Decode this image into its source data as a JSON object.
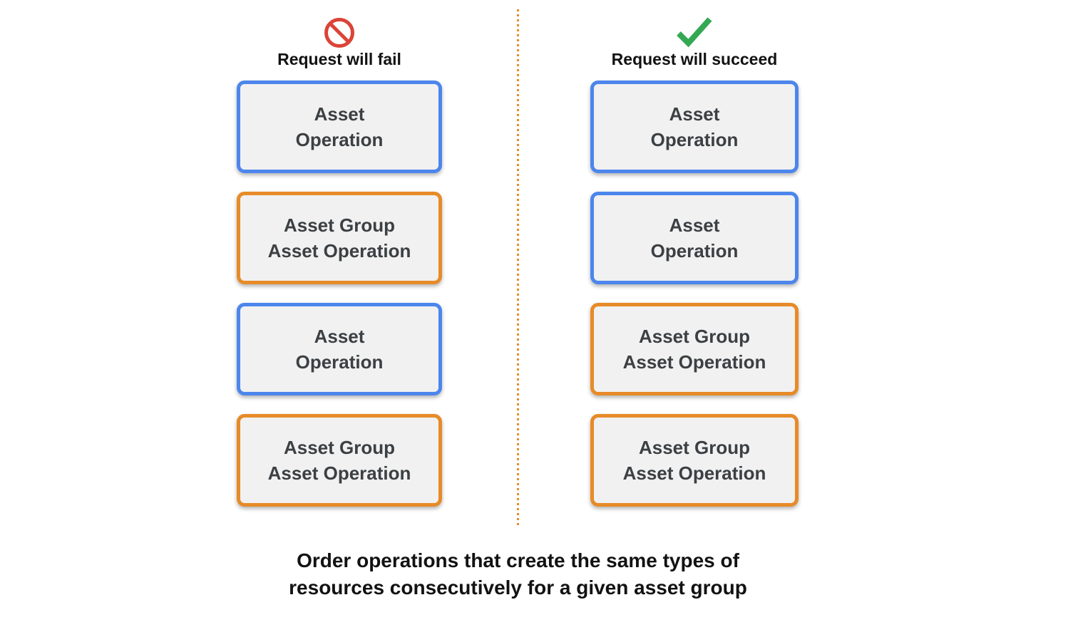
{
  "colors": {
    "blue": "#4C86EC",
    "orange": "#E78B28",
    "red": "#DB4437",
    "green": "#34A853",
    "box-fill": "#F1F1F1",
    "box-text": "#3C4043",
    "heading-text": "#121212"
  },
  "columns": [
    {
      "id": "fail",
      "icon": "prohibited-icon",
      "title": "Request will fail",
      "boxes": [
        {
          "type": "asset-operation",
          "border_color": "blue",
          "lines": [
            "Asset",
            "Operation"
          ]
        },
        {
          "type": "asset-group-asset-operation",
          "border_color": "orange",
          "lines": [
            "Asset Group",
            "Asset Operation"
          ]
        },
        {
          "type": "asset-operation",
          "border_color": "blue",
          "lines": [
            "Asset",
            "Operation"
          ]
        },
        {
          "type": "asset-group-asset-operation",
          "border_color": "orange",
          "lines": [
            "Asset Group",
            "Asset Operation"
          ]
        }
      ]
    },
    {
      "id": "succeed",
      "icon": "check-icon",
      "title": "Request will succeed",
      "boxes": [
        {
          "type": "asset-operation",
          "border_color": "blue",
          "lines": [
            "Asset",
            "Operation"
          ]
        },
        {
          "type": "asset-operation",
          "border_color": "blue",
          "lines": [
            "Asset",
            "Operation"
          ]
        },
        {
          "type": "asset-group-asset-operation",
          "border_color": "orange",
          "lines": [
            "Asset Group",
            "Asset Operation"
          ]
        },
        {
          "type": "asset-group-asset-operation",
          "border_color": "orange",
          "lines": [
            "Asset Group",
            "Asset Operation"
          ]
        }
      ]
    }
  ],
  "caption": {
    "lines": [
      "Order operations that create the same types of",
      "resources consecutively for a given asset group"
    ]
  }
}
